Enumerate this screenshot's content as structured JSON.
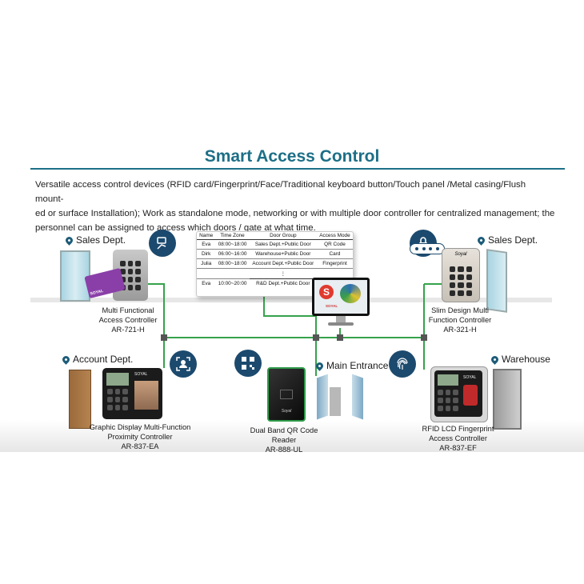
{
  "title": "Smart Access Control",
  "description": "Versatile access control devices (RFID card/Fingerprint/Face/Traditional keyboard button/Touch panel /Metal casing/Flush mount-ed or surface Installation); Work as standalone mode, networking or with multiple door controller for centralized management; the personnel can be assigned to access which doors / gate at what time.",
  "description_lines": [
    "Versatile access control devices (RFID card/Fingerprint/Face/Traditional keyboard button/Touch panel /Metal casing/Flush mount-",
    "ed or surface Installation); Work as standalone mode, networking or with multiple door controller for centralized management; the",
    "personnel can be assigned to access which doors / gate at what time."
  ],
  "locations": {
    "sales_left": "Sales Dept.",
    "sales_right": "Sales Dept.",
    "account": "Account Dept.",
    "main_entrance": "Main Entrance",
    "warehouse": "Warehouse"
  },
  "devices": {
    "ar721h": {
      "line1": "Multi Functional",
      "line2": "Access Controller",
      "model": "AR-721-H",
      "card_text": "SOYAL"
    },
    "ar321h": {
      "line1": "Slim Design Multi",
      "line2": "Function Controller",
      "model": "AR-321-H",
      "brand": "Soyal"
    },
    "ar837ea": {
      "line1": "Graphic Display Multi-Function",
      "line2": "Proximity Controller",
      "model": "AR-837-EA",
      "brand": "SOYAL"
    },
    "ar888ul": {
      "line1": "Dual Band QR Code Reader",
      "model": "AR-888-UL",
      "brand": "Soyal"
    },
    "ar837ef": {
      "line1": "RFID LCD Fingerprint",
      "line2": "Access Controller",
      "model": "AR-837-EF",
      "brand": "SOYAL"
    }
  },
  "schedule": {
    "headers": [
      "Name",
      "Time Zone",
      "Door Group",
      "Access Mode"
    ],
    "rows": [
      [
        "Eva",
        "08:00~18:00",
        "Sales Dept.+Public Door",
        "QR Code"
      ],
      [
        "Dirk",
        "06:00~16:00",
        "Warehouse+Public Door",
        "Card"
      ],
      [
        "Julia",
        "08:00~18:00",
        "Account Dept.+Public Door",
        "Fingerprint"
      ]
    ],
    "ellipsis": "⋮",
    "last_row": [
      "Eva",
      "10:00~20:00",
      "R&D Dept.+Public Door",
      ""
    ]
  },
  "monitor": {
    "logo_text": "SOYAL"
  },
  "colors": {
    "title": "#1d6f87",
    "network_line": "#35a34a",
    "icon_circle": "#1c4a6e",
    "pin": "#1c5c78"
  },
  "icons": [
    "hand-card-icon",
    "face-scan-icon",
    "qr-code-icon",
    "fingerprint-icon",
    "keypad-lock-icon",
    "location-pin-icon"
  ]
}
